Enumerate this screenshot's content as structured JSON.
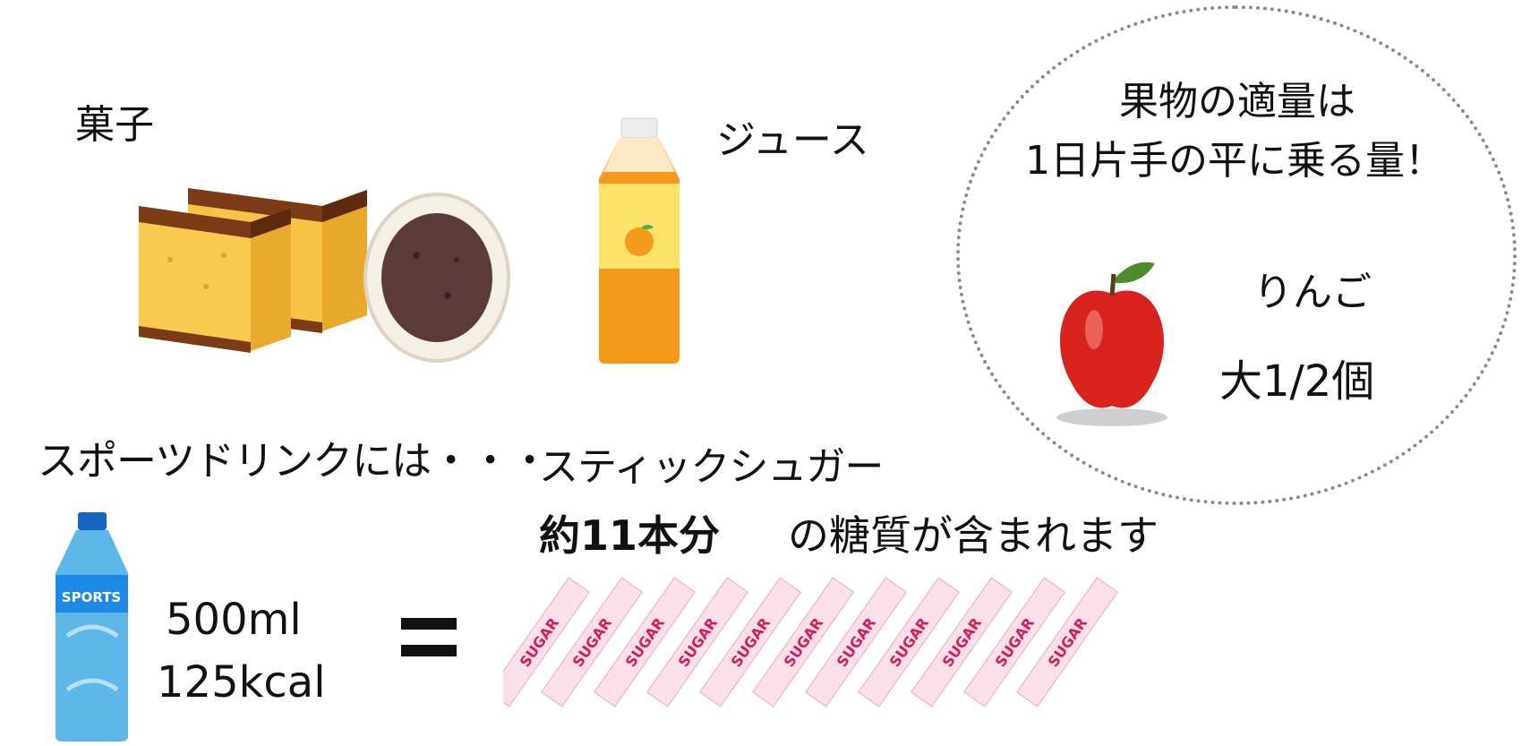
{
  "labels": {
    "okashi": "菓子",
    "juice": "ジュース",
    "sports_intro": "スポーツドリンクには・・・",
    "stick_sugar": "スティックシュガー",
    "amount": "約11本分",
    "sugar_content": "の糖質が含まれます",
    "volume": "500ml",
    "calories": "125kcal",
    "equals": "="
  },
  "fruit_tip": {
    "line1": "果物の適量は",
    "line2": "1日片手の平に乗る量！",
    "fruit": "りんご",
    "portion": "大1/2個"
  },
  "bottle_label": "SPORTS",
  "stick_label": "SUGAR",
  "stick_count": 11,
  "colors": {
    "juice": "#f39a1c",
    "sports_bottle": "#5db7e8",
    "stick": "#d81b60",
    "apple": "#d8221e",
    "circle_border": "#8a8a8a"
  }
}
